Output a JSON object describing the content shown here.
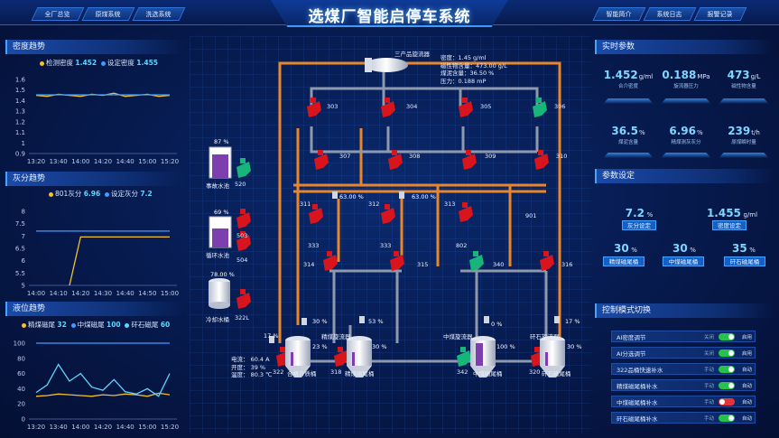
{
  "header": {
    "title": "选煤厂智能启停车系统",
    "nav_left": [
      "全厂总览",
      "原煤系统",
      "洗选系统"
    ],
    "nav_right": [
      "智能简介",
      "系统日志",
      "报警记录"
    ]
  },
  "density_panel": {
    "title": "密度趋势",
    "legend": [
      {
        "name": "检测密度",
        "value": "1.452",
        "color": "#f2c12e"
      },
      {
        "name": "设定密度",
        "value": "1.455",
        "color": "#3f9cff"
      }
    ]
  },
  "ash_panel": {
    "title": "灰分趋势",
    "legend": [
      {
        "name": "801灰分",
        "value": "6.96",
        "color": "#f2c12e"
      },
      {
        "name": "设定灰分",
        "value": "7.2",
        "color": "#3f9cff"
      }
    ]
  },
  "level_panel": {
    "title": "液位趋势",
    "legend": [
      {
        "name": "精煤磁尾",
        "value": "32",
        "color": "#f2c12e"
      },
      {
        "name": "中煤磁尾",
        "value": "100",
        "color": "#3f9cff"
      },
      {
        "name": "矸石磁尾",
        "value": "60",
        "color": "#5ed6ff"
      }
    ]
  },
  "chart_data": [
    {
      "type": "line",
      "title": "密度趋势",
      "x": [
        "13:20",
        "13:40",
        "14:00",
        "14:20",
        "14:40",
        "15:00",
        "15:20"
      ],
      "ylim": [
        0.9,
        1.6
      ],
      "yticks": [
        "1.6",
        "1.5",
        "1.4",
        "1.3",
        "1.2",
        "1.1",
        "1",
        "0.9"
      ],
      "series": [
        {
          "name": "检测密度",
          "color": "#f2c12e",
          "values": [
            1.45,
            1.44,
            1.46,
            1.45,
            1.44,
            1.46,
            1.45,
            1.47,
            1.44,
            1.45,
            1.46,
            1.44,
            1.45
          ]
        },
        {
          "name": "设定密度",
          "color": "#3f9cff",
          "values": [
            1.455,
            1.455,
            1.455,
            1.455,
            1.455,
            1.455,
            1.455,
            1.455,
            1.455,
            1.455,
            1.455,
            1.455,
            1.455
          ]
        }
      ],
      "grid": false
    },
    {
      "type": "line",
      "title": "灰分趋势",
      "x": [
        "14:00",
        "14:10",
        "14:20",
        "14:30",
        "14:40",
        "14:50",
        "15:00"
      ],
      "ylim": [
        5,
        8
      ],
      "yticks": [
        "8",
        "7.5",
        "7",
        "6.5",
        "6",
        "5.5",
        "5"
      ],
      "series": [
        {
          "name": "801灰分",
          "color": "#f2c12e",
          "values": [
            null,
            null,
            null,
            5.0,
            6.96,
            6.96,
            6.96,
            6.96,
            6.96,
            6.96,
            6.96,
            6.96,
            6.96
          ]
        },
        {
          "name": "设定灰分",
          "color": "#3f9cff",
          "values": [
            7.2,
            7.2,
            7.2,
            7.2,
            7.2,
            7.2,
            7.2,
            7.2,
            7.2,
            7.2,
            7.2,
            7.2,
            7.2
          ]
        }
      ],
      "grid": false
    },
    {
      "type": "line",
      "title": "液位趋势",
      "x": [
        "13:20",
        "13:40",
        "14:00",
        "14:20",
        "14:40",
        "15:00",
        "15:20"
      ],
      "ylim": [
        0,
        100
      ],
      "yticks": [
        "100",
        "80",
        "60",
        "40",
        "20",
        "0"
      ],
      "series": [
        {
          "name": "精煤磁尾",
          "color": "#f2c12e",
          "values": [
            30,
            31,
            33,
            32,
            31,
            30,
            32,
            31,
            33,
            32,
            30,
            34,
            32
          ]
        },
        {
          "name": "中煤磁尾",
          "color": "#3f9cff",
          "values": [
            100,
            100,
            100,
            100,
            100,
            100,
            100,
            100,
            100,
            100,
            100,
            100,
            100
          ]
        },
        {
          "name": "矸石磁尾",
          "color": "#5ed6ff",
          "values": [
            35,
            45,
            72,
            50,
            60,
            42,
            38,
            52,
            36,
            33,
            40,
            30,
            60
          ]
        }
      ],
      "grid": false
    }
  ],
  "realtime_panel": {
    "title": "实时参数",
    "items": [
      {
        "value": "1.452",
        "unit": "g/ml",
        "label": "合介密度"
      },
      {
        "value": "0.188",
        "unit": "MPa",
        "label": "旋流器压力"
      },
      {
        "value": "473",
        "unit": "g/L",
        "label": "磁性物含量"
      },
      {
        "value": "36.5",
        "unit": "%",
        "label": "煤泥含量"
      },
      {
        "value": "6.96",
        "unit": "%",
        "label": "精煤测灰灰分"
      },
      {
        "value": "239",
        "unit": "t/h",
        "label": "原煤瞬时量"
      }
    ]
  },
  "settings_panel": {
    "title": "参数设定",
    "items": [
      {
        "value": "7.2",
        "unit": "%",
        "button": "灰分设定"
      },
      {
        "value": "1.455",
        "unit": "g/ml",
        "button": "密度设定"
      },
      {
        "value": "30",
        "unit": "%",
        "button": "精煤磁尾桶"
      },
      {
        "value": "30",
        "unit": "%",
        "button": "中煤磁尾桶"
      },
      {
        "value": "35",
        "unit": "%",
        "button": "矸石磁尾桶"
      }
    ]
  },
  "control_panel": {
    "title": "控制模式切换",
    "rows": [
      {
        "name": "AI密度调节",
        "off": "关闭",
        "on": "启用",
        "state": "on"
      },
      {
        "name": "AI分选调节",
        "off": "关闭",
        "on": "启用",
        "state": "on"
      },
      {
        "name": "322品桶快速补水",
        "off": "手动",
        "on": "自动",
        "state": "on"
      },
      {
        "name": "精煤磁尾桶补水",
        "off": "手动",
        "on": "自动",
        "state": "on"
      },
      {
        "name": "中煤磁尾桶补水",
        "off": "手动",
        "on": "自动",
        "state": "off"
      },
      {
        "name": "矸石磁尾桶补水",
        "off": "手动",
        "on": "自动",
        "state": "on"
      }
    ]
  },
  "process": {
    "cyclone_label": "三产品旋流器",
    "cyclone_info": [
      "密度：1.45 g/ml",
      "磁性物含量：473.00 g/L",
      "煤泥含量：36.50 %",
      "压力：0.188 mP"
    ],
    "tank_accident": {
      "pct": "87 %",
      "label": "事故水池",
      "pump": "520"
    },
    "tank_circ": {
      "pct": "69 %",
      "label": "循环水池",
      "pumps": [
        "503",
        "504"
      ]
    },
    "tank_cool": {
      "pct": "78.00 %",
      "label": "冷却水桶",
      "pump": "322L"
    },
    "top_valves": [
      "303",
      "304",
      "305",
      "306"
    ],
    "mid_valves": [
      "307",
      "308",
      "309",
      "310"
    ],
    "lower_valves": [
      "333",
      "333",
      "802",
      "901"
    ],
    "lower_valve_ids": [
      "311",
      "312",
      "313"
    ],
    "valve_pct": [
      "63.00 %",
      "63.00 %"
    ],
    "screens": [
      "314",
      "315",
      "340",
      "316"
    ],
    "bottom_pcts": [
      "30 %",
      "53 %",
      "0 %",
      "17 %",
      "17 %"
    ],
    "tank_pcts": [
      "23 %",
      "30 %",
      "100 %",
      "30 %"
    ],
    "bottom_labels": [
      "合格介质桶",
      "精煤磁尾桶",
      "中煤磁尾桶",
      "矸石磁尾桶"
    ],
    "cyclone_labels": [
      "精煤旋流器",
      "中煤旋流器",
      "矸石旋流器"
    ],
    "bottom_pumps": [
      "322",
      "318",
      "342",
      "320"
    ],
    "motor_info": [
      "电流： 60.4 A",
      "开度： 39 %",
      "温度： 80.3 ℃"
    ]
  }
}
